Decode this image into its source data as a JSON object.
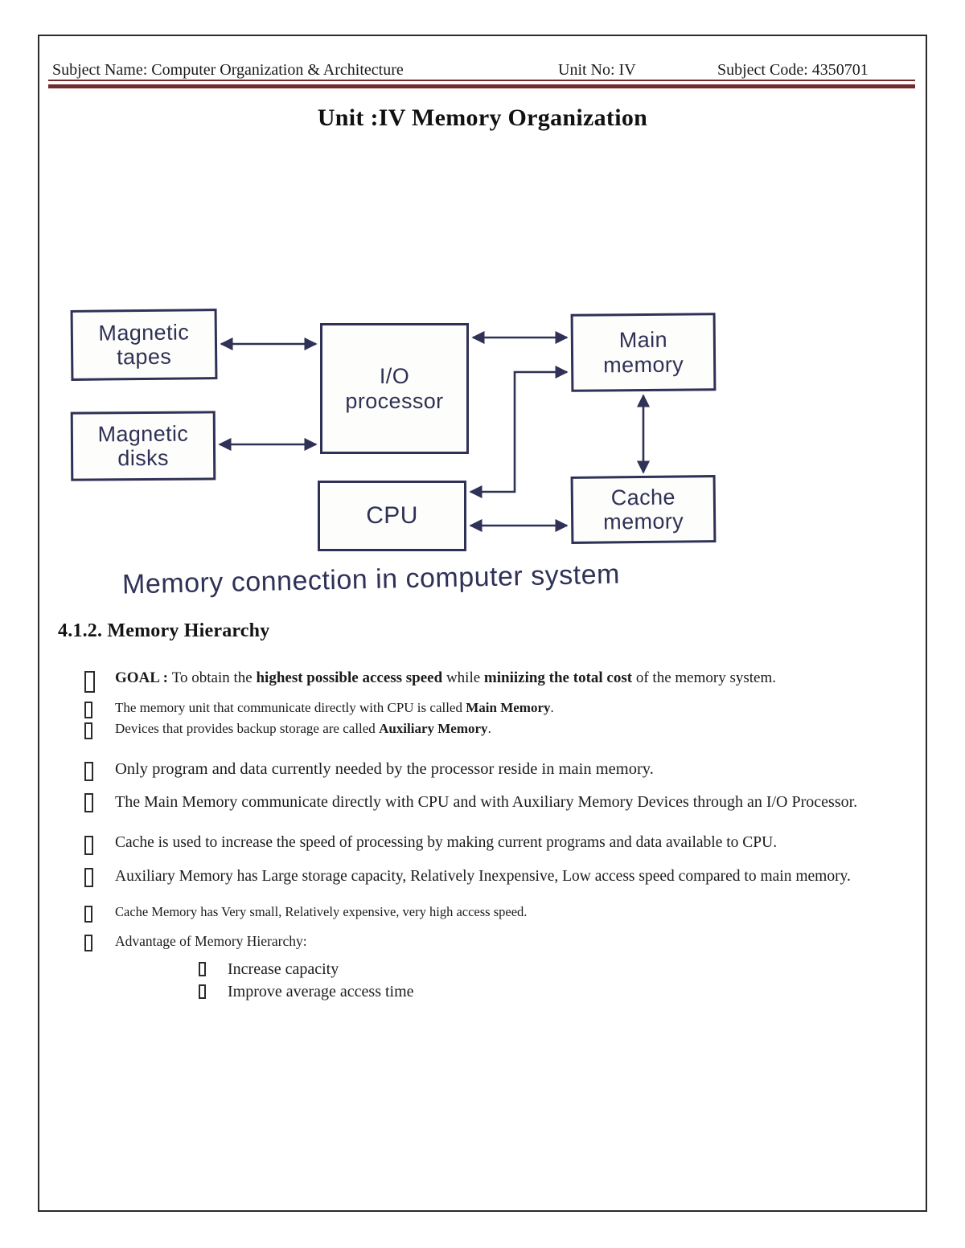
{
  "colors": {
    "header_rule_maroon": "#742b2b",
    "diagram_ink_navy": "#2f3156",
    "body_text_ink": "#1c1c1c",
    "page_border": "#2a2a2a"
  },
  "header": {
    "subject_name": "Subject Name: Computer Organization & Architecture",
    "unit_no": "Unit No: IV",
    "subject_code": "Subject Code: 4350701"
  },
  "title": "Unit :IV Memory Organization",
  "diagram": {
    "boxes": {
      "magnetic_tapes": {
        "label": "Magnetic tapes",
        "lines": [
          "Magnetic",
          "tapes"
        ]
      },
      "magnetic_disks": {
        "label": "Magnetic disks",
        "lines": [
          "Magnetic",
          "disks"
        ]
      },
      "io_processor": {
        "label": "I/O processor",
        "lines": [
          "I/O",
          "processor"
        ]
      },
      "cpu": {
        "label": "CPU",
        "lines": [
          "CPU"
        ]
      },
      "main_memory": {
        "label": "Main memory",
        "lines": [
          "Main",
          "memory"
        ]
      },
      "cache_memory": {
        "label": "Cache memory",
        "lines": [
          "Cache",
          "memory"
        ]
      }
    },
    "caption": "Memory connection in computer system"
  },
  "section": {
    "heading": "4.1.2. Memory Hierarchy",
    "bullets": [
      {
        "segments": [
          "GOAL : ",
          "To obtain the ",
          "highest possible access speed",
          " while ",
          "miniizing the total cost",
          " of the memory system."
        ]
      },
      {
        "segments": [
          "The memory unit that communicate directly with CPU is called ",
          "Main Memory",
          "."
        ]
      },
      {
        "segments": [
          "Devices that provides backup storage are called ",
          "Auxiliary Memory",
          "."
        ]
      },
      {
        "text": "Only program and data currently needed by the processor reside in main memory."
      },
      {
        "text": "The Main Memory communicate directly with CPU and with Auxiliary Memory Devices through an I/O Processor."
      },
      {
        "text": "Cache is used to increase the speed of processing by making current programs and data available to CPU."
      },
      {
        "text": "Auxiliary Memory has Large storage capacity, Relatively Inexpensive, Low access speed compared to main memory."
      },
      {
        "text": "Cache Memory has Very small, Relatively expensive, very high access speed."
      },
      {
        "text": "Advantage of Memory Hierarchy:"
      }
    ],
    "sub_bullets": [
      {
        "text": "Increase capacity"
      },
      {
        "text": "Improve average access time"
      }
    ]
  }
}
